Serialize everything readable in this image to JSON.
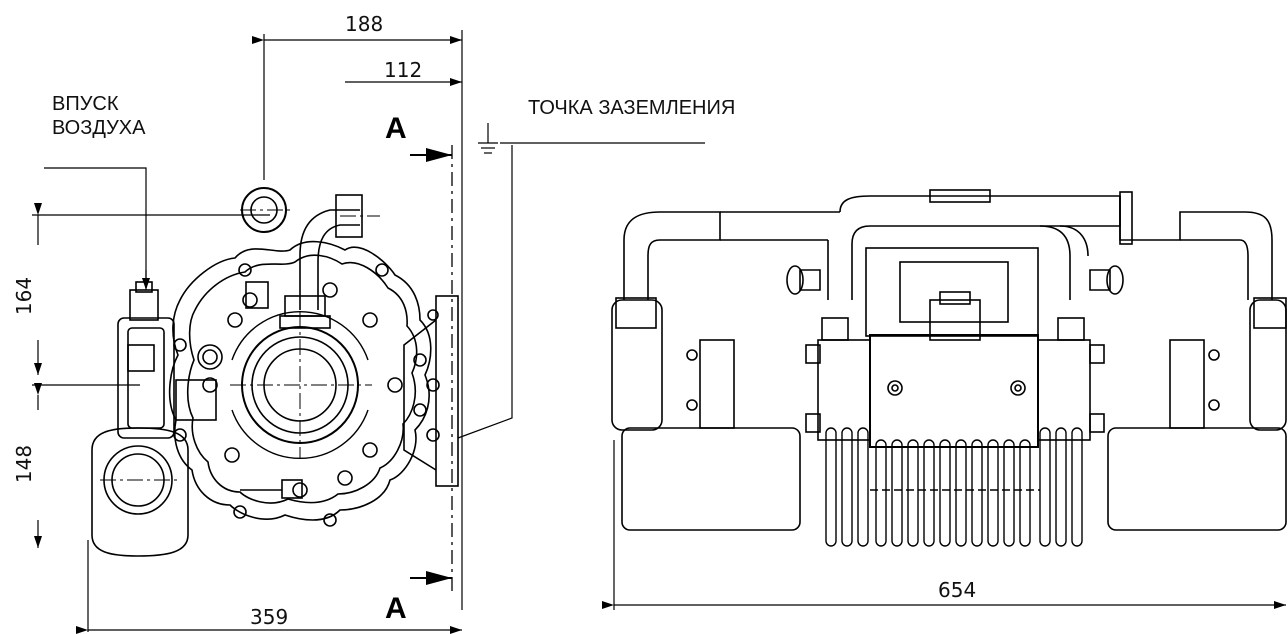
{
  "labels": {
    "air_inlet_line1": "ВПУСК",
    "air_inlet_line2": "ВОЗДУХА",
    "ground_point": "ТОЧКА ЗАЗЕМЛЕНИЯ"
  },
  "dimensions": {
    "top_188": "188",
    "top_112": "112",
    "left_164": "164",
    "left_148": "148",
    "bottom_359": "359",
    "bottom_654": "654"
  },
  "section": {
    "top_marker": "A",
    "bottom_marker": "A"
  }
}
